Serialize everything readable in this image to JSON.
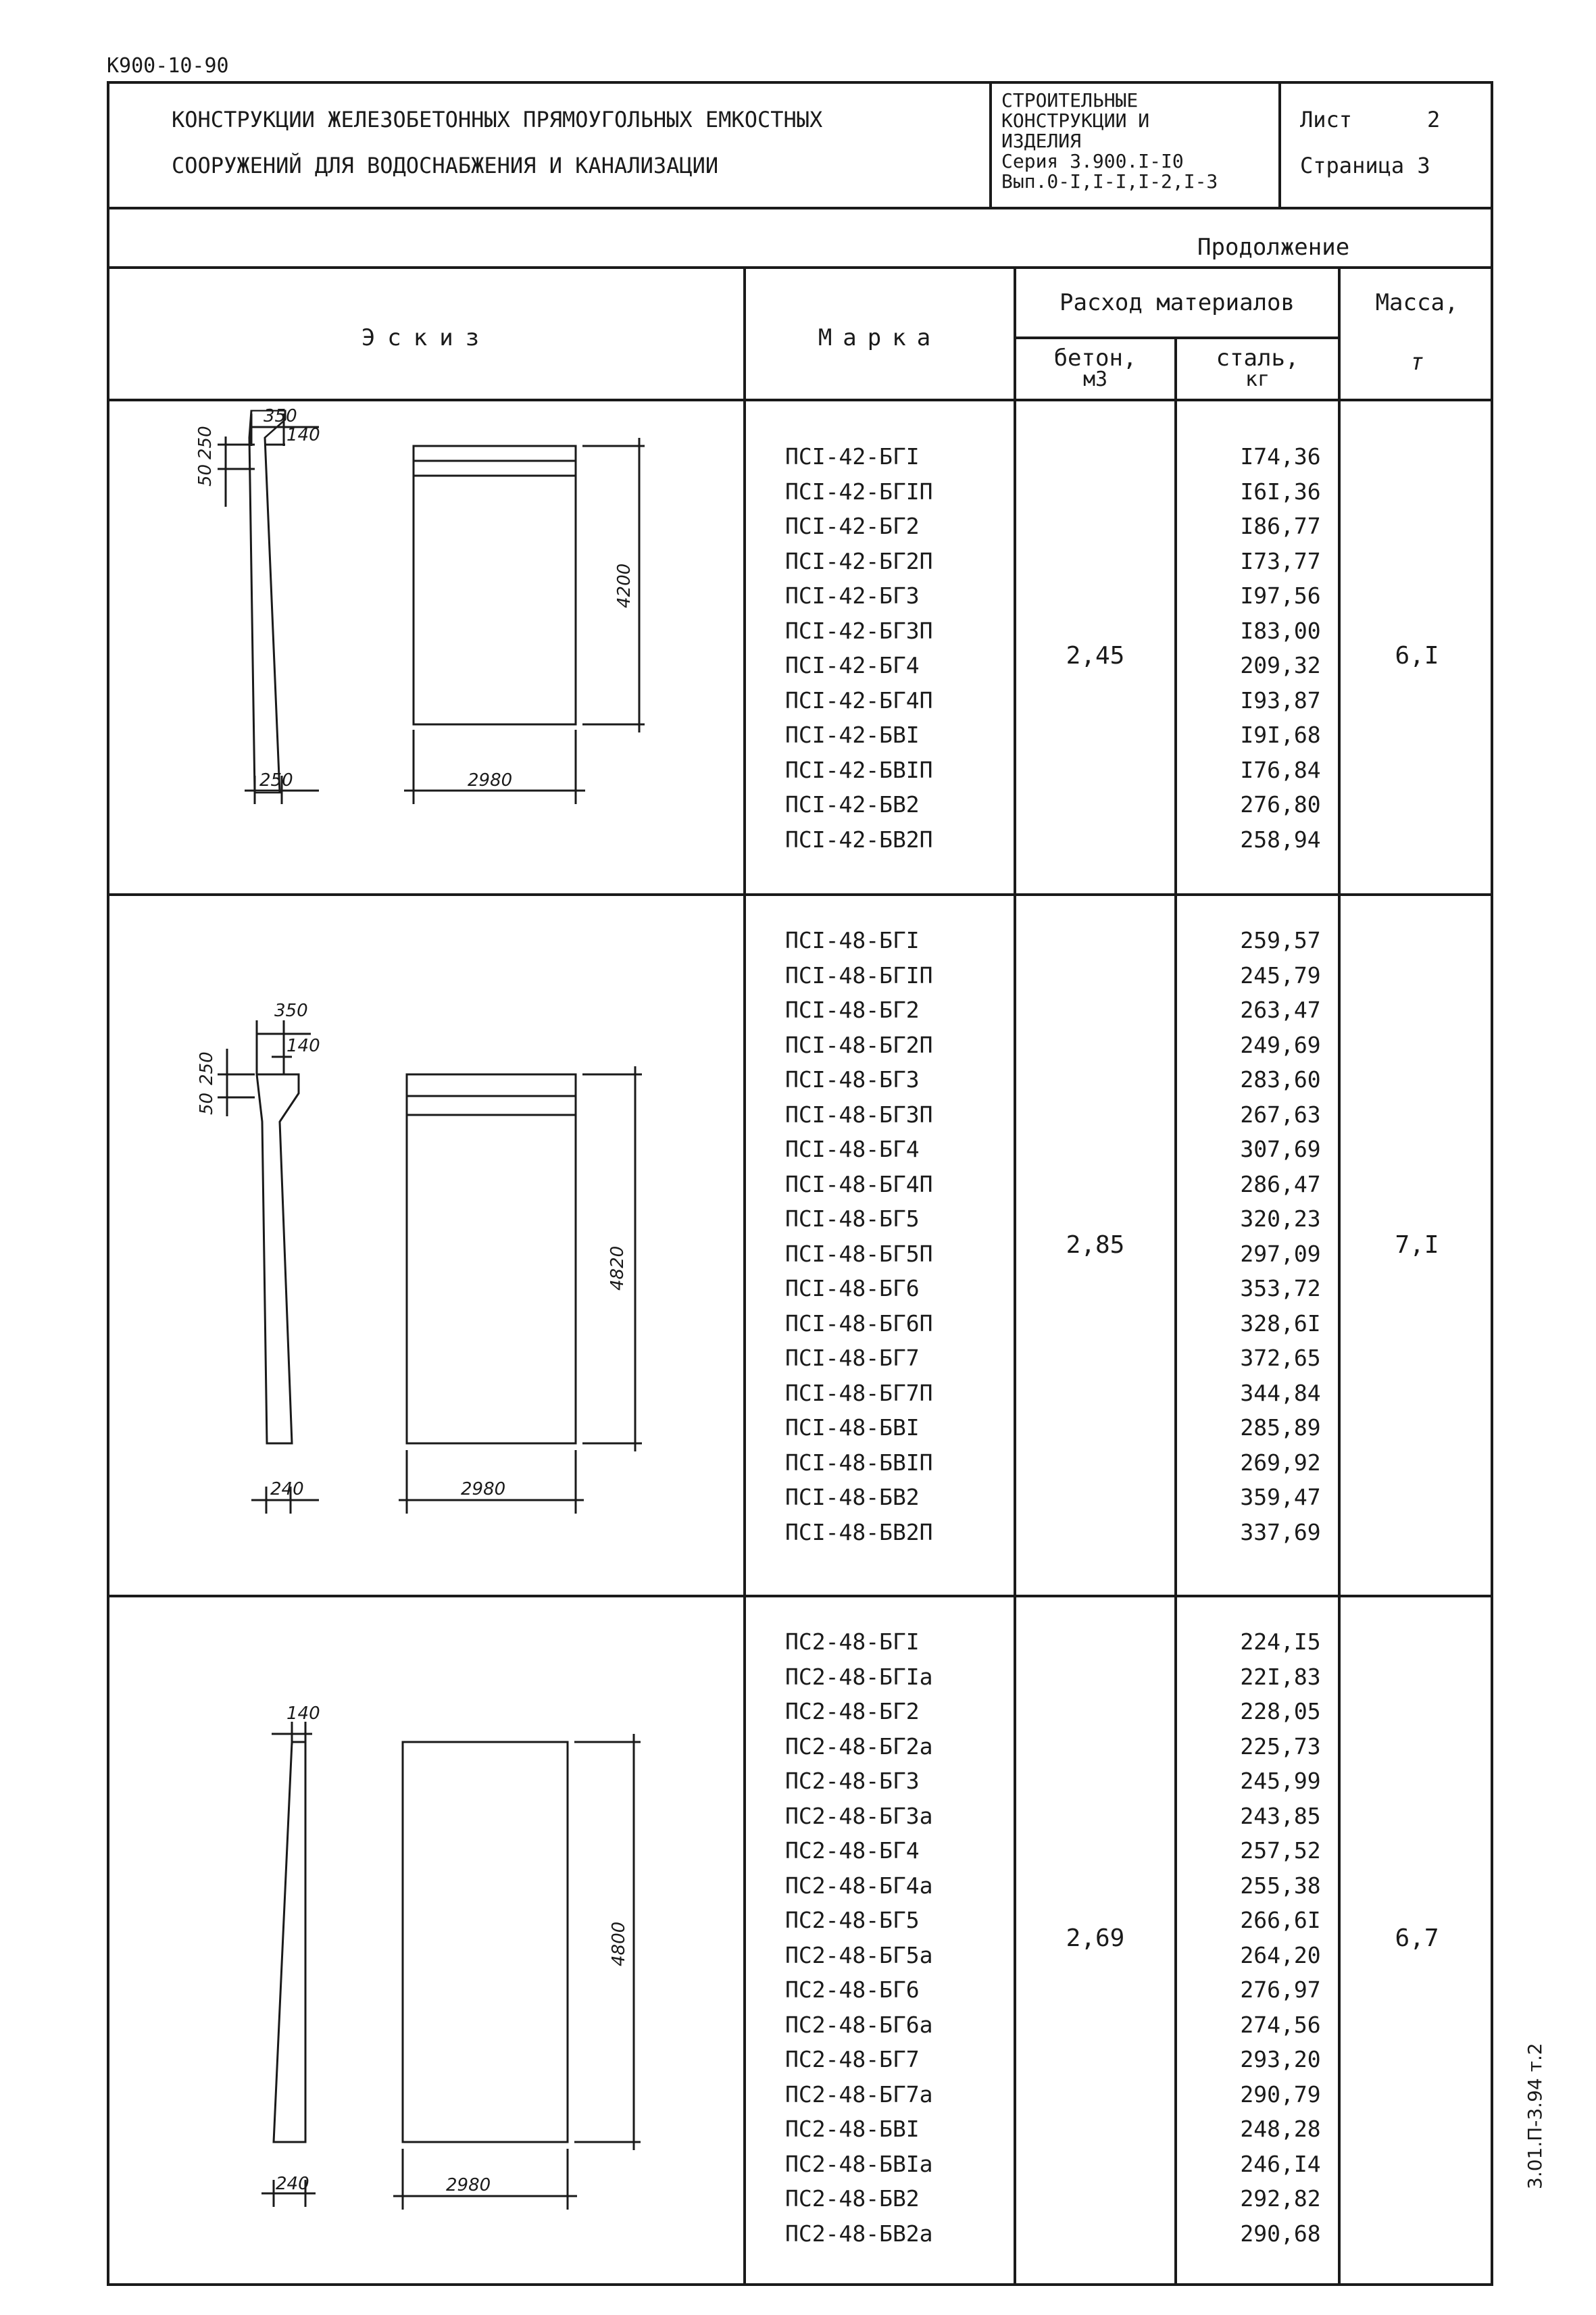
{
  "document_code": "К900-10-90",
  "side_code": "3.01.П-3.94 т.2",
  "header": {
    "title_line1": "КОНСТРУКЦИИ ЖЕЛЕЗОБЕТОННЫХ ПРЯМОУГОЛЬНЫХ ЕМКОСТНЫХ",
    "title_line2": "СООРУЖЕНИЙ ДЛЯ ВОДОСНАБЖЕНИЯ И КАНАЛИЗАЦИИ",
    "series_lines": [
      "СТРОИТЕЛЬНЫЕ",
      "КОНСТРУКЦИИ И",
      "ИЗДЕЛИЯ",
      "Серия 3.900.I-I0",
      "Вып.0-I,I-I,I-2,I-3"
    ],
    "sheet_label": "Лист",
    "sheet_value": "2",
    "page_label": "Страница 3"
  },
  "continuation_label": "Продолжение",
  "columns": {
    "sketch": "Эскиз",
    "mark": "Марка",
    "materials": "Расход материалов",
    "concrete_line1": "бетон,",
    "concrete_line2": "м3",
    "steel_line1": "сталь,",
    "steel_line2": "кг",
    "mass_line1": "Масса,",
    "mass_line2": "т"
  },
  "groups": [
    {
      "concrete": "2,45",
      "mass": "6,I",
      "sketch": {
        "top_width": "350",
        "neck": "140",
        "step1": "250",
        "step2": "50",
        "height": "4200",
        "base": "250",
        "width": "2980"
      },
      "rows": [
        {
          "mark": "ПСI-42-БГI",
          "steel": "I74,36"
        },
        {
          "mark": "ПСI-42-БГIП",
          "steel": "I6I,36"
        },
        {
          "mark": "ПСI-42-БГ2",
          "steel": "I86,77"
        },
        {
          "mark": "ПСI-42-БГ2П",
          "steel": "I73,77"
        },
        {
          "mark": "ПСI-42-БГ3",
          "steel": "I97,56"
        },
        {
          "mark": "ПСI-42-БГ3П",
          "steel": "I83,00"
        },
        {
          "mark": "ПСI-42-БГ4",
          "steel": "209,32"
        },
        {
          "mark": "ПСI-42-БГ4П",
          "steel": "I93,87"
        },
        {
          "mark": "ПСI-42-БВI",
          "steel": "I9I,68"
        },
        {
          "mark": "ПСI-42-БВIП",
          "steel": "I76,84"
        },
        {
          "mark": "ПСI-42-БВ2",
          "steel": "276,80"
        },
        {
          "mark": "ПСI-42-БВ2П",
          "steel": "258,94"
        }
      ]
    },
    {
      "concrete": "2,85",
      "mass": "7,I",
      "sketch": {
        "top_width": "350",
        "neck": "140",
        "step1": "250",
        "step2": "50",
        "height": "4820",
        "base": "240",
        "width": "2980"
      },
      "rows": [
        {
          "mark": "ПСI-48-БГI",
          "steel": "259,57"
        },
        {
          "mark": "ПСI-48-БГIП",
          "steel": "245,79"
        },
        {
          "mark": "ПСI-48-БГ2",
          "steel": "263,47"
        },
        {
          "mark": "ПСI-48-БГ2П",
          "steel": "249,69"
        },
        {
          "mark": "ПСI-48-БГ3",
          "steel": "283,60"
        },
        {
          "mark": "ПСI-48-БГ3П",
          "steel": "267,63"
        },
        {
          "mark": "ПСI-48-БГ4",
          "steel": "307,69"
        },
        {
          "mark": "ПСI-48-БГ4П",
          "steel": "286,47"
        },
        {
          "mark": "ПСI-48-БГ5",
          "steel": "320,23"
        },
        {
          "mark": "ПСI-48-БГ5П",
          "steel": "297,09"
        },
        {
          "mark": "ПСI-48-БГ6",
          "steel": "353,72"
        },
        {
          "mark": "ПСI-48-БГ6П",
          "steel": "328,6I"
        },
        {
          "mark": "ПСI-48-БГ7",
          "steel": "372,65"
        },
        {
          "mark": "ПСI-48-БГ7П",
          "steel": "344,84"
        },
        {
          "mark": "ПСI-48-БВI",
          "steel": "285,89"
        },
        {
          "mark": "ПСI-48-БВIП",
          "steel": "269,92"
        },
        {
          "mark": "ПСI-48-БВ2",
          "steel": "359,47"
        },
        {
          "mark": "ПСI-48-БВ2П",
          "steel": "337,69"
        }
      ]
    },
    {
      "concrete": "2,69",
      "mass": "6,7",
      "sketch": {
        "neck": "140",
        "height": "4800",
        "base": "240",
        "width": "2980"
      },
      "rows": [
        {
          "mark": "ПС2-48-БГI",
          "steel": "224,I5"
        },
        {
          "mark": "ПС2-48-БГIа",
          "steel": "22I,83"
        },
        {
          "mark": "ПС2-48-БГ2",
          "steel": "228,05"
        },
        {
          "mark": "ПС2-48-БГ2а",
          "steel": "225,73"
        },
        {
          "mark": "ПС2-48-БГ3",
          "steel": "245,99"
        },
        {
          "mark": "ПС2-48-БГ3а",
          "steel": "243,85"
        },
        {
          "mark": "ПС2-48-БГ4",
          "steel": "257,52"
        },
        {
          "mark": "ПС2-48-БГ4а",
          "steel": "255,38"
        },
        {
          "mark": "ПС2-48-БГ5",
          "steel": "266,6I"
        },
        {
          "mark": "ПС2-48-БГ5а",
          "steel": "264,20"
        },
        {
          "mark": "ПС2-48-БГ6",
          "steel": "276,97"
        },
        {
          "mark": "ПС2-48-БГ6а",
          "steel": "274,56"
        },
        {
          "mark": "ПС2-48-БГ7",
          "steel": "293,20"
        },
        {
          "mark": "ПС2-48-БГ7а",
          "steel": "290,79"
        },
        {
          "mark": "ПС2-48-БВI",
          "steel": "248,28"
        },
        {
          "mark": "ПС2-48-БВIа",
          "steel": "246,I4"
        },
        {
          "mark": "ПС2-48-БВ2",
          "steel": "292,82"
        },
        {
          "mark": "ПС2-48-БВ2а",
          "steel": "290,68"
        }
      ]
    }
  ]
}
